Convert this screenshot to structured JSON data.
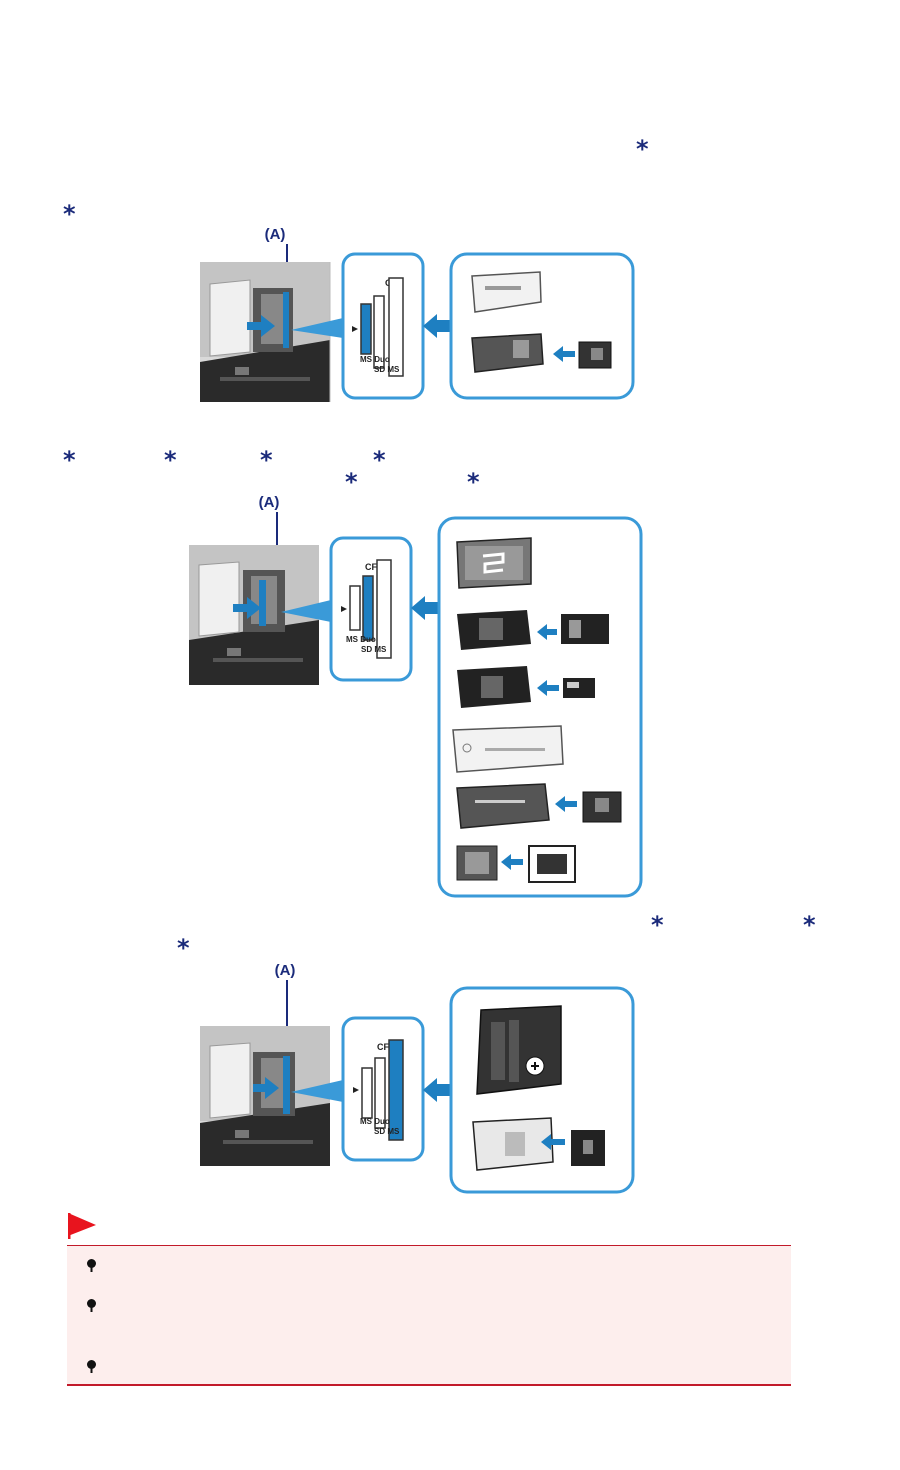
{
  "asterisk": "*",
  "figure_labels": {
    "callout": "(A)",
    "slot_cf": "CF",
    "slot_ms_duo": "MS Duo",
    "slot_sd_ms": "SD MS"
  },
  "figures": [
    {
      "name": "ms-duo-slot-figure",
      "active_slot": "ms_duo"
    },
    {
      "name": "sd-ms-slot-figure",
      "active_slot": "sd_ms"
    },
    {
      "name": "cf-slot-figure",
      "active_slot": "cf"
    }
  ],
  "important": {
    "flag_color": "#e8141e",
    "bullets": 3
  },
  "colors": {
    "accent_blue": "#1e7fc1",
    "frame_blue": "#3a9ad8",
    "dark_navy": "#1a2a7a",
    "box_pink": "#fdeeed",
    "box_border": "#c21a2a"
  }
}
